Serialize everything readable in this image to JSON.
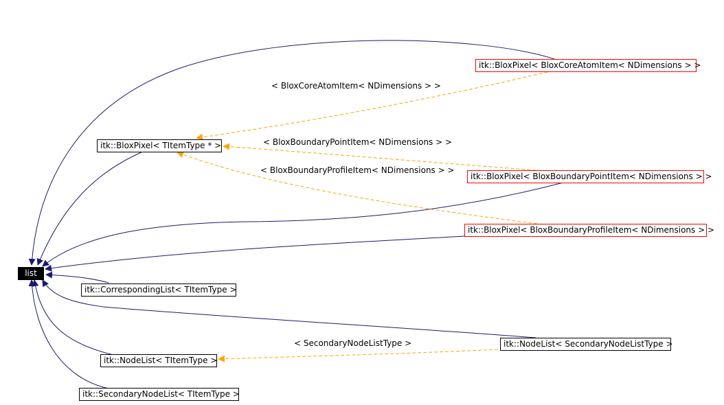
{
  "colors": {
    "inherit_edge": "#191970",
    "template_edge": "#ffa500",
    "boxed_red": "#ff0000",
    "boxed_black": "#000000"
  },
  "nodes": {
    "list": "list",
    "blox_template": "itk::BloxPixel< TItemType * >",
    "blox_core_atom": "itk::BloxPixel< BloxCoreAtomItem< NDimensions > >",
    "blox_boundary_point": "itk::BloxPixel< BloxBoundaryPointItem< NDimensions > >",
    "blox_boundary_profile": "itk::BloxPixel< BloxBoundaryProfileItem< NDimensions > >",
    "corresponding_list": "itk::CorrespondingList< TItemType >",
    "node_list_secondary": "itk::NodeList< SecondaryNodeListType >",
    "node_list_template": "itk::NodeList< TItemType >",
    "secondary_node_list": "itk::SecondaryNodeList< TItemType >"
  },
  "edge_labels": {
    "core_atom": "< BloxCoreAtomItem< NDimensions > >",
    "boundary_point": "< BloxBoundaryPointItem< NDimensions > >",
    "boundary_profile": "< BloxBoundaryProfileItem< NDimensions > >",
    "secondary_node": "< SecondaryNodeListType >"
  }
}
